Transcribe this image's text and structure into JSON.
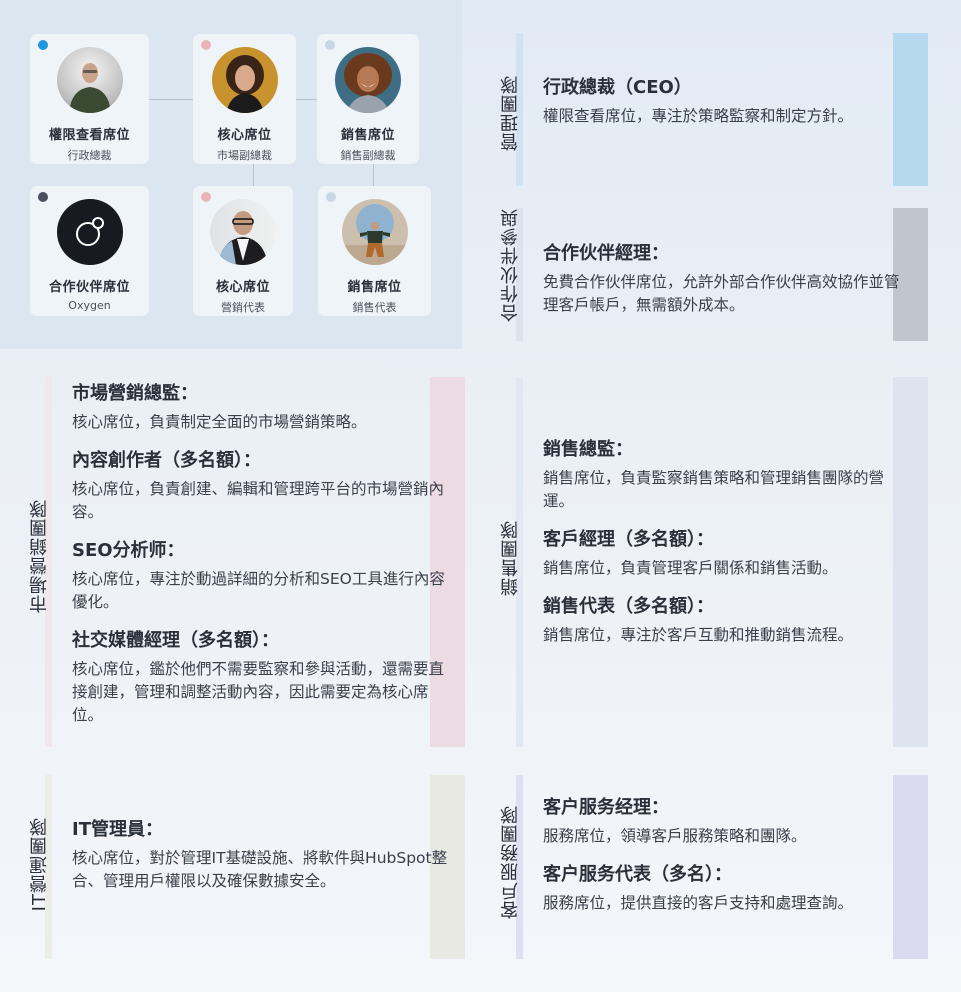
{
  "org_chart": {
    "cards": [
      {
        "role": "權限查看席位",
        "title": "行政總裁",
        "dot_color": "#1f95e0",
        "avatar": "person-ceo"
      },
      {
        "role": "核心席位",
        "title": "市場副總裁",
        "dot_color": "#e9b4b8",
        "avatar": "person-marketing-vp"
      },
      {
        "role": "銷售席位",
        "title": "銷售副總裁",
        "dot_color": "#c9d6e6",
        "avatar": "person-sales-vp"
      },
      {
        "role": "合作伙伴席位",
        "title": "Oxygen",
        "dot_color": "#4a4f5e",
        "avatar": "oxygen-logo"
      },
      {
        "role": "核心席位",
        "title": "營銷代表",
        "dot_color": "#e9b4b8",
        "avatar": "person-marketing-rep"
      },
      {
        "role": "銷售席位",
        "title": "銷售代表",
        "dot_color": "#c9d6e6",
        "avatar": "person-sales-rep"
      }
    ]
  },
  "teams": {
    "management": {
      "label": "管理團隊",
      "accent": "#b7d9ef",
      "roles": [
        {
          "heading": "行政總裁（CEO）",
          "desc": "權限查看席位，專注於策略監察和制定方針。"
        }
      ]
    },
    "partner": {
      "label": "合作伙伴參與",
      "accent": "#c0c5ce",
      "roles": [
        {
          "heading": "合作伙伴經理：",
          "desc": "免費合作伙伴席位，允許外部合作伙伴高效協作並管理客戶帳戶，無需額外成本。"
        }
      ]
    },
    "marketing": {
      "label": "市場營銷團隊",
      "accent": "#ecdbe3",
      "roles": [
        {
          "heading": "市場營銷總監：",
          "desc": "核心席位，負責制定全面的市場營銷策略。"
        },
        {
          "heading": "內容創作者（多名額）：",
          "desc": "核心席位，負責創建、編輯和管理跨平台的市場營銷內容。"
        },
        {
          "heading": "SEO分析师：",
          "desc": "核心席位，專注於動過詳細的分析和SEO工具進行內容優化。"
        },
        {
          "heading": "社交媒體經理（多名額）：",
          "desc": "核心席位，鑑於他們不需要監察和參與活動，還需要直接創建，管理和調整活動內容，因此需要定為核心席位。"
        }
      ]
    },
    "sales": {
      "label": "銷售團隊",
      "accent": "#dde4ef",
      "roles": [
        {
          "heading": "銷售總監：",
          "desc": "銷售席位，負責監察銷售策略和管理銷售團隊的營運。"
        },
        {
          "heading": "客戶經理（多名額）：",
          "desc": "銷售席位，負責管理客戶關係和銷售活動。"
        },
        {
          "heading": "銷售代表（多名額）：",
          "desc": "銷售席位，專注於客戶互動和推動銷售流程。"
        }
      ]
    },
    "it": {
      "label": "IT營運團隊",
      "accent": "#e8e9e2",
      "roles": [
        {
          "heading": "IT管理員：",
          "desc": "核心席位，對於管理IT基礎設施、將軟件與HubSpot整合、管理用戶權限以及確保數據安全。"
        }
      ]
    },
    "service": {
      "label": "客戶服務團隊",
      "accent": "#dcdaf0",
      "roles": [
        {
          "heading": "客户服务经理：",
          "desc": "服務席位，領導客戶服務策略和團隊。"
        },
        {
          "heading": "客户服务代表（多名）：",
          "desc": "服務席位，提供直接的客戶支持和處理查詢。"
        }
      ]
    }
  }
}
